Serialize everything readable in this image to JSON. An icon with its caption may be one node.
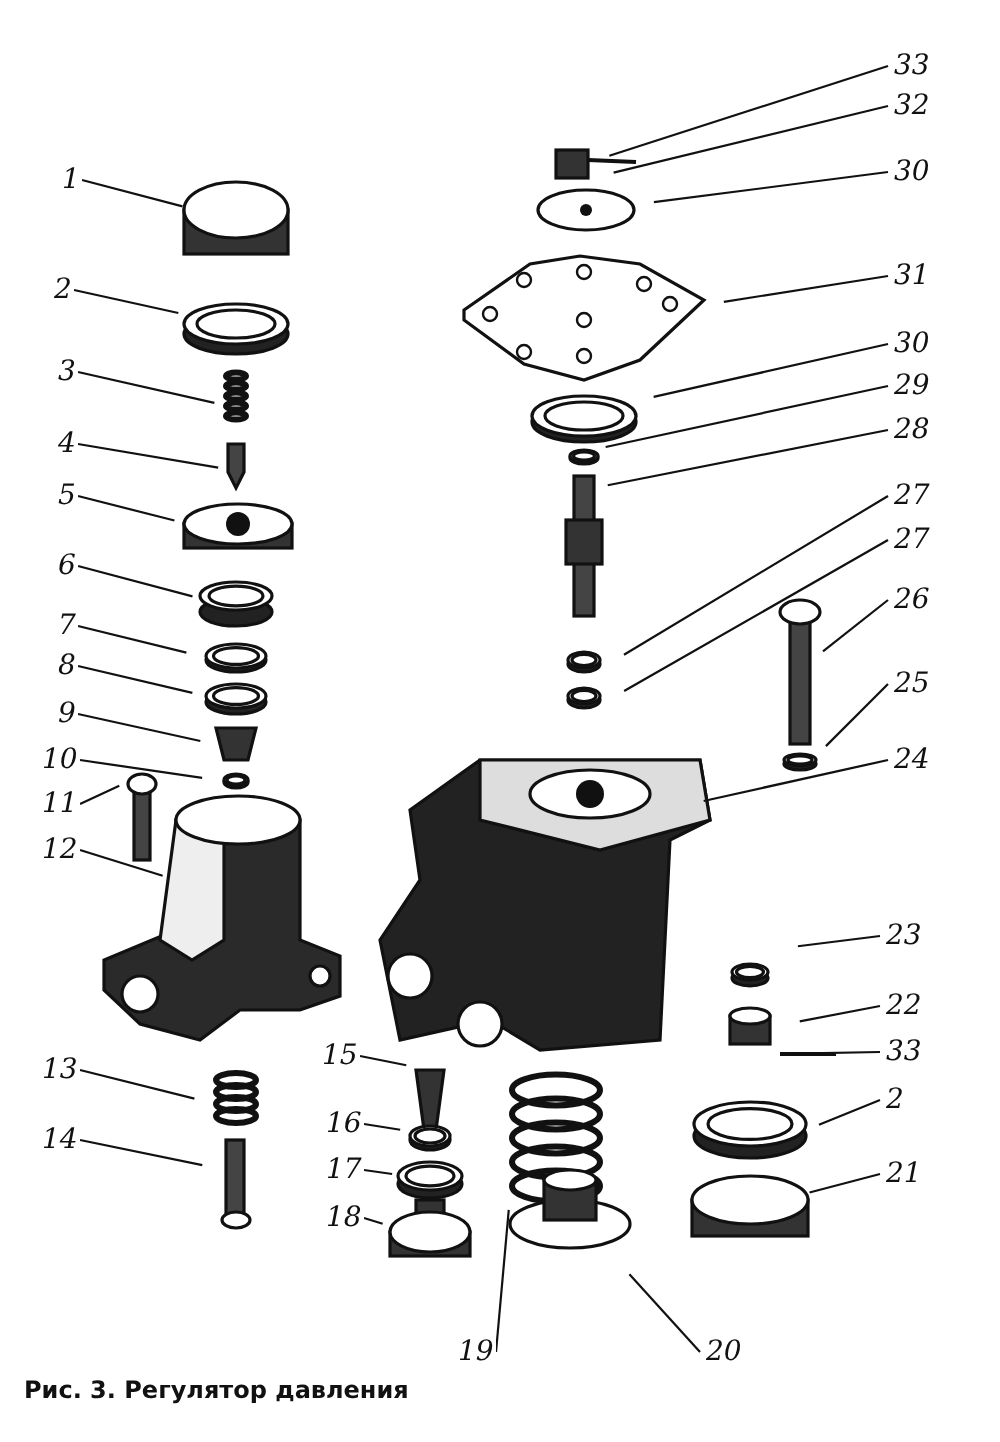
{
  "diagram": {
    "caption": "Рис. 3. Регулятор давления",
    "nodes": [
      {
        "text": [
          "1"
        ]
      },
      {
        "text": [
          "2"
        ]
      },
      {
        "text": [
          "3"
        ]
      },
      {
        "text": [
          "4"
        ]
      },
      {
        "text": [
          "5"
        ]
      },
      {
        "text": [
          "6"
        ]
      },
      {
        "text": [
          "7"
        ]
      },
      {
        "text": [
          "8"
        ]
      },
      {
        "text": [
          "9"
        ]
      },
      {
        "text": [
          "10"
        ]
      },
      {
        "text": [
          "11"
        ]
      },
      {
        "text": [
          "12"
        ]
      },
      {
        "text": [
          "13"
        ]
      },
      {
        "text": [
          "14"
        ]
      },
      {
        "text": [
          "15"
        ]
      },
      {
        "text": [
          "16"
        ]
      },
      {
        "text": [
          "17"
        ]
      },
      {
        "text": [
          "18"
        ]
      },
      {
        "text": [
          "19"
        ]
      },
      {
        "text": [
          "20"
        ]
      },
      {
        "text": [
          "21"
        ]
      },
      {
        "text": [
          "2"
        ]
      },
      {
        "text": [
          "33"
        ]
      },
      {
        "text": [
          "22"
        ]
      },
      {
        "text": [
          "23"
        ]
      },
      {
        "text": [
          "24"
        ]
      },
      {
        "text": [
          "25"
        ]
      },
      {
        "text": [
          "26"
        ]
      },
      {
        "text": [
          "27"
        ]
      },
      {
        "text": [
          "27"
        ]
      },
      {
        "text": [
          "28"
        ]
      },
      {
        "text": [
          "29"
        ]
      },
      {
        "text": [
          "30"
        ]
      },
      {
        "text": [
          "31"
        ]
      },
      {
        "text": [
          "30"
        ]
      },
      {
        "text": [
          "32"
        ]
      },
      {
        "text": [
          "33"
        ]
      }
    ],
    "edges": [
      {
        "from": 0,
        "to": null,
        "arrow": "none"
      },
      {
        "from": 1,
        "to": null,
        "arrow": "none"
      },
      {
        "from": 2,
        "to": null,
        "arrow": "none"
      },
      {
        "from": 3,
        "to": null,
        "arrow": "none"
      },
      {
        "from": 4,
        "to": null,
        "arrow": "none"
      },
      {
        "from": 5,
        "to": null,
        "arrow": "none"
      },
      {
        "from": 6,
        "to": null,
        "arrow": "none"
      },
      {
        "from": 7,
        "to": null,
        "arrow": "none"
      },
      {
        "from": 8,
        "to": null,
        "arrow": "none"
      },
      {
        "from": 9,
        "to": null,
        "arrow": "none"
      },
      {
        "from": 10,
        "to": null,
        "arrow": "none"
      },
      {
        "from": 11,
        "to": null,
        "arrow": "none"
      },
      {
        "from": 12,
        "to": null,
        "arrow": "none"
      },
      {
        "from": 13,
        "to": null,
        "arrow": "none"
      },
      {
        "from": 14,
        "to": null,
        "arrow": "none"
      },
      {
        "from": 15,
        "to": null,
        "arrow": "none"
      },
      {
        "from": 16,
        "to": null,
        "arrow": "none"
      },
      {
        "from": 17,
        "to": null,
        "arrow": "none"
      },
      {
        "from": 18,
        "to": null,
        "arrow": "none"
      },
      {
        "from": 19,
        "to": null,
        "arrow": "none"
      },
      {
        "from": 20,
        "to": null,
        "arrow": "none"
      },
      {
        "from": 21,
        "to": null,
        "arrow": "none"
      },
      {
        "from": 22,
        "to": null,
        "arrow": "none"
      },
      {
        "from": 23,
        "to": null,
        "arrow": "none"
      },
      {
        "from": 24,
        "to": null,
        "arrow": "none"
      },
      {
        "from": 25,
        "to": null,
        "arrow": "none"
      },
      {
        "from": 26,
        "to": null,
        "arrow": "none"
      },
      {
        "from": 27,
        "to": null,
        "arrow": "none"
      },
      {
        "from": 28,
        "to": null,
        "arrow": "none"
      },
      {
        "from": 29,
        "to": null,
        "arrow": "none"
      },
      {
        "from": 30,
        "to": null,
        "arrow": "none"
      },
      {
        "from": 31,
        "to": null,
        "arrow": "none"
      },
      {
        "from": 32,
        "to": null,
        "arrow": "none"
      },
      {
        "from": 33,
        "to": null,
        "arrow": "none"
      },
      {
        "from": 34,
        "to": null,
        "arrow": "none"
      },
      {
        "from": 35,
        "to": null,
        "arrow": "none"
      },
      {
        "from": 36,
        "to": null,
        "arrow": "none"
      }
    ]
  }
}
